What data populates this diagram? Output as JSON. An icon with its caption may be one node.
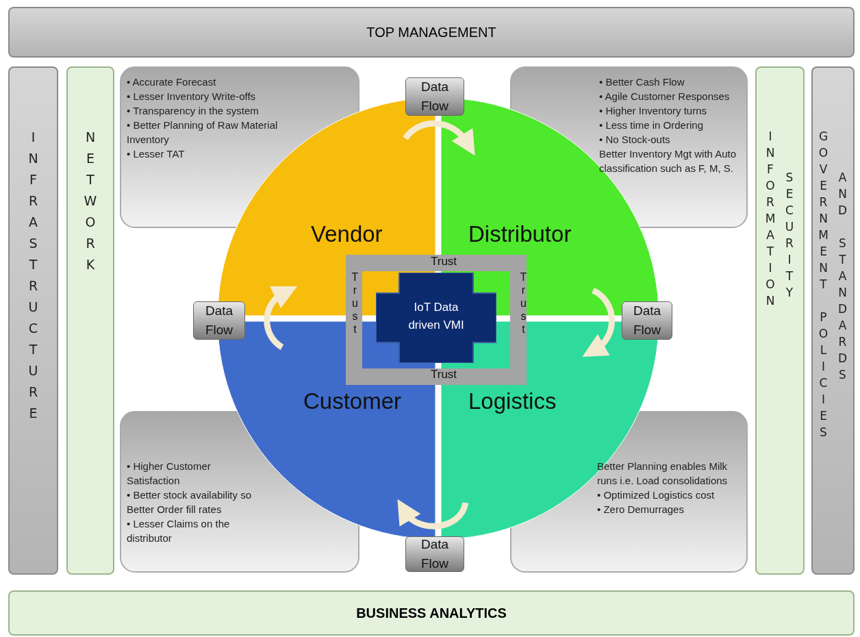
{
  "diagram": {
    "nodes": [
      {
        "text": [
          "TOP MANAGEMENT"
        ]
      },
      {
        "text": [
          "INFRASTRUCTURE"
        ]
      },
      {
        "text": [
          "NETWORK"
        ]
      },
      {
        "text": [
          "INFORMATION",
          "SECURITY"
        ]
      },
      {
        "text": [
          "GOVERNMENT POLICIES",
          "AND STANDARDS"
        ]
      },
      {
        "text": [
          "• Accurate Forecast",
          "• Lesser Inventory Write-offs",
          "• Transparency in the system",
          "• Better Planning of Raw Material Inventory",
          "• Lesser TAT"
        ]
      },
      {
        "text": [
          "• Better Cash Flow",
          "• Agile Customer Responses",
          "• Higher Inventory turns",
          "• Less time in Ordering",
          "• No Stock-outs",
          "Better Inventory Mgt with Auto classification such as F, M, S."
        ]
      },
      {
        "text": [
          "• Higher Customer Satisfaction",
          "• Better stock availability so Better Order fill rates",
          "• Lesser Claims on the distributor"
        ]
      },
      {
        "text": [
          "Better Planning enables Milk runs i.e. Load consolidations",
          "• Optimized Logistics cost",
          "• Zero Demurrages"
        ]
      },
      {
        "text": [
          "Vendor"
        ]
      },
      {
        "text": [
          "Distributor"
        ]
      },
      {
        "text": [
          "Customer"
        ]
      },
      {
        "text": [
          "Logistics"
        ]
      },
      {
        "text": [
          "Data Flow"
        ]
      },
      {
        "text": [
          "Data Flow"
        ]
      },
      {
        "text": [
          "Data Flow"
        ]
      },
      {
        "text": [
          "Data Flow"
        ]
      },
      {
        "text": [
          "Trust",
          "Trust",
          "Trust",
          "Trust"
        ]
      },
      {
        "text": [
          "IoT Data driven VMI"
        ],
        "in": 17
      },
      {
        "text": [
          "BUSINESS ANALYTICS"
        ]
      }
    ],
    "edges": [
      {
        "from": 9,
        "to": 10,
        "arrow": "to"
      },
      {
        "from": 10,
        "to": 12,
        "arrow": "to"
      },
      {
        "from": 12,
        "to": 11,
        "arrow": "to"
      },
      {
        "from": 11,
        "to": 9,
        "arrow": "to"
      }
    ]
  }
}
